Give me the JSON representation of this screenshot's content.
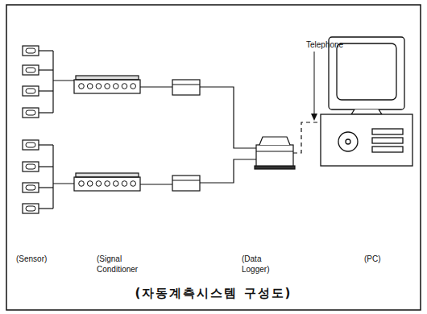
{
  "diagram": {
    "caption": "(자동계측시스템 구성도)",
    "labels": [
      "Telephone",
      "(Sensor)",
      "(Signal Conditioner",
      "(Data Logger)",
      "(PC)"
    ]
  }
}
